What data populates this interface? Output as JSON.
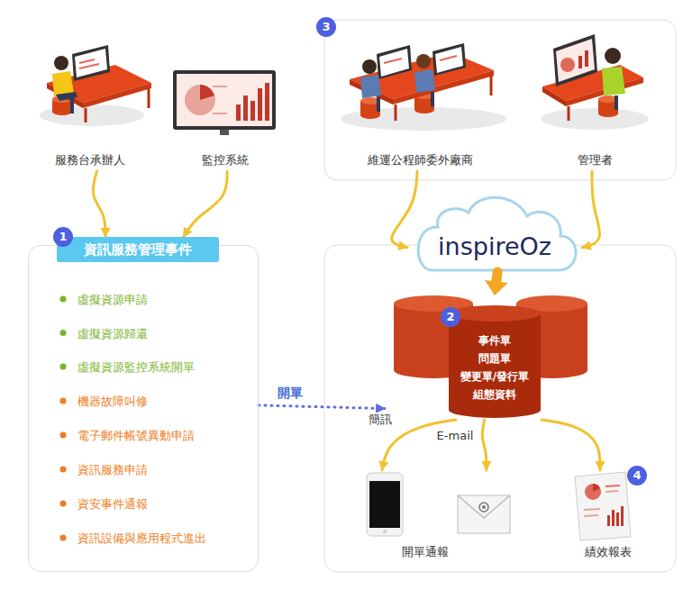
{
  "diagram": {
    "nodes": [
      {
        "text": [
          "服務台承辦人"
        ]
      },
      {
        "text": [
          "監控系統"
        ]
      },
      {
        "text": [
          "維運公程師委外廠商"
        ]
      },
      {
        "text": [
          "管理者"
        ]
      },
      {
        "text": [
          "虛擬資源申請",
          "虛擬資源歸還",
          "虛擬資源監控系統開單",
          "機器故障叫修",
          "電子郵件帳號異動申請",
          "資訊服務申請",
          "資安事件通報",
          "資訊設備與應用程式進出"
        ]
      },
      {
        "text": [
          "資訊服務管理事件"
        ],
        "in": 4
      },
      {
        "text": [
          "inspireOz"
        ]
      },
      {
        "text": [
          "事件單",
          "問題單",
          "變更單/發行單",
          "組態資料"
        ]
      },
      {
        "text": [
          "開單通報"
        ]
      },
      {
        "text": [
          "績效報表"
        ]
      }
    ],
    "edges": [
      {
        "from": 0,
        "to": 5,
        "arrow": "to"
      },
      {
        "from": 1,
        "to": 5,
        "arrow": "to"
      },
      {
        "from": 4,
        "to": 7,
        "label": "開單",
        "arrow": "to"
      },
      {
        "from": 2,
        "to": 6,
        "arrow": "to"
      },
      {
        "from": 3,
        "to": 6,
        "arrow": "to"
      },
      {
        "from": 6,
        "to": 7,
        "arrow": "to"
      },
      {
        "from": 7,
        "to": 8,
        "label": "簡訊",
        "arrow": "to"
      },
      {
        "from": 7,
        "to": 8,
        "label": "E-mail",
        "arrow": "to"
      },
      {
        "from": 7,
        "to": 9,
        "arrow": "to"
      }
    ],
    "labels": [
      "1",
      "2",
      "3",
      "4"
    ]
  }
}
